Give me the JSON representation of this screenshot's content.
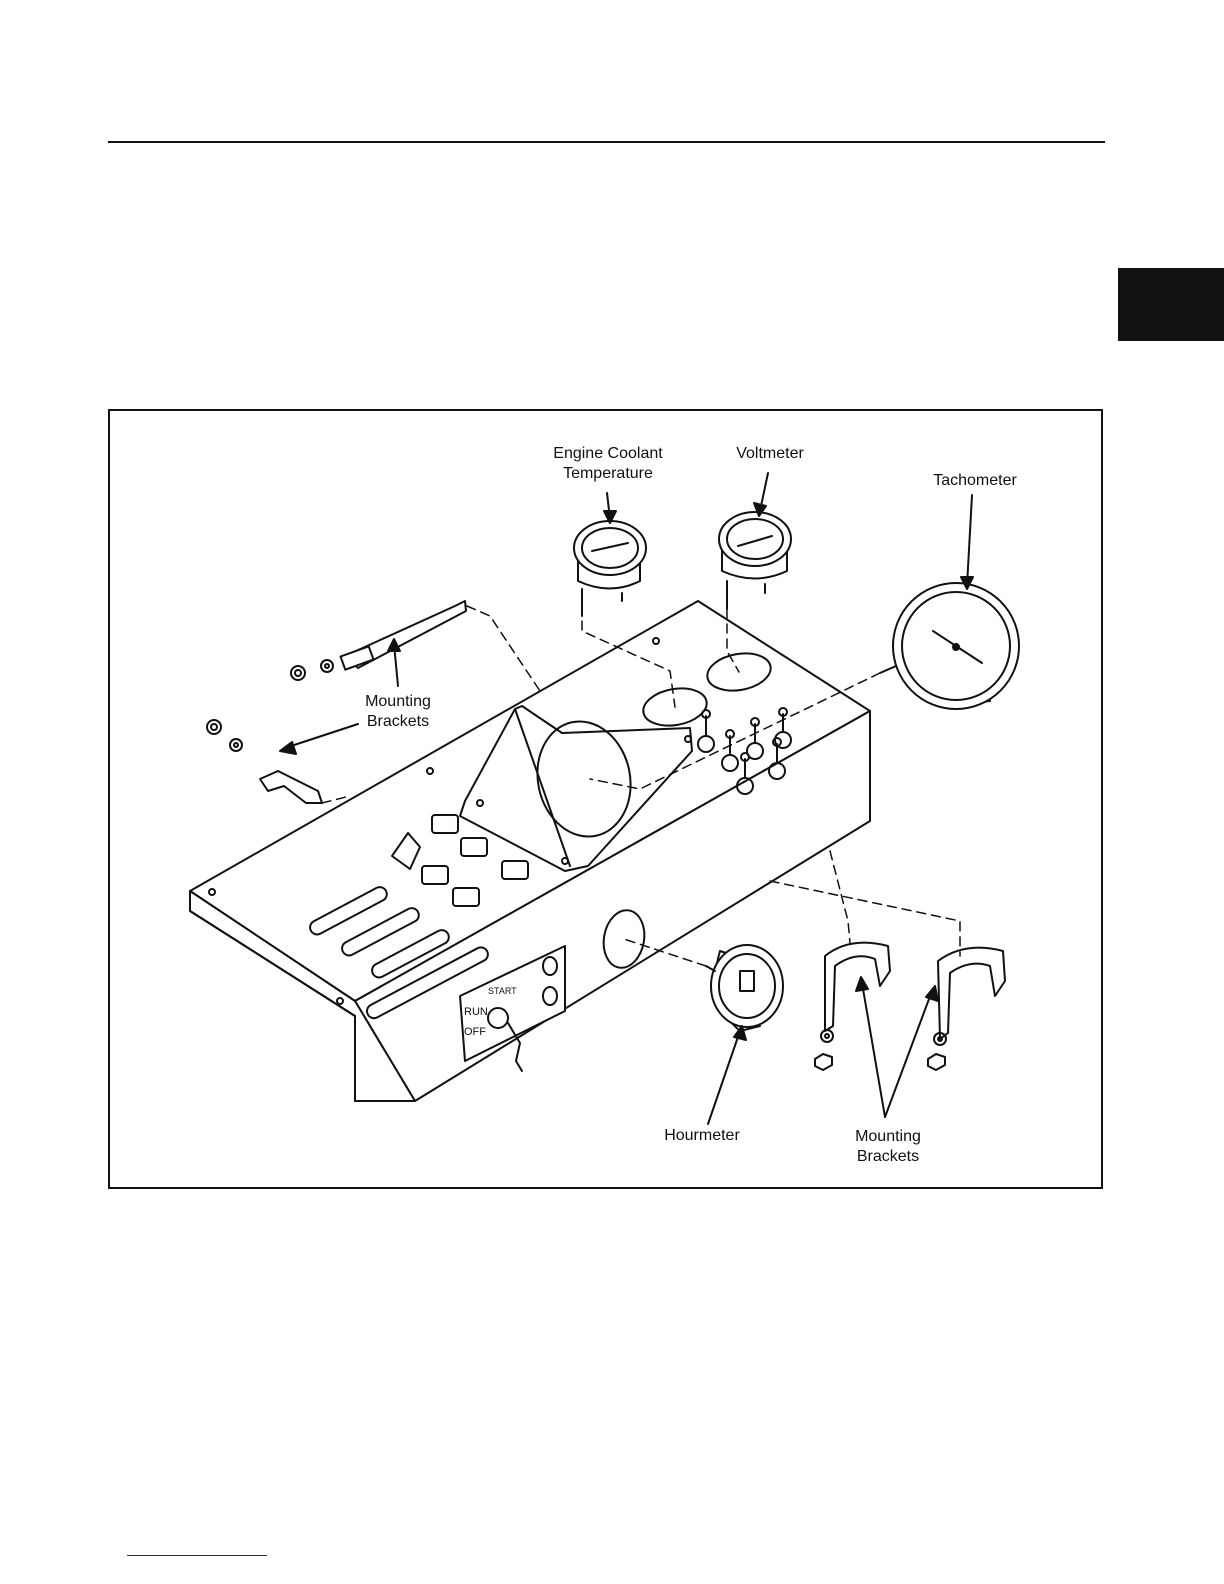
{
  "labels": {
    "engine_coolant_temperature": [
      "Engine Coolant",
      "Temperature"
    ],
    "voltmeter": "Voltmeter",
    "tachometer": "Tachometer",
    "mounting_brackets_upper": [
      "Mounting",
      "Brackets"
    ],
    "hourmeter": "Hourmeter",
    "mounting_brackets_lower": [
      "Mounting",
      "Brackets"
    ]
  },
  "switch_panel": {
    "run": "RUN",
    "start": "START",
    "off": "OFF"
  }
}
